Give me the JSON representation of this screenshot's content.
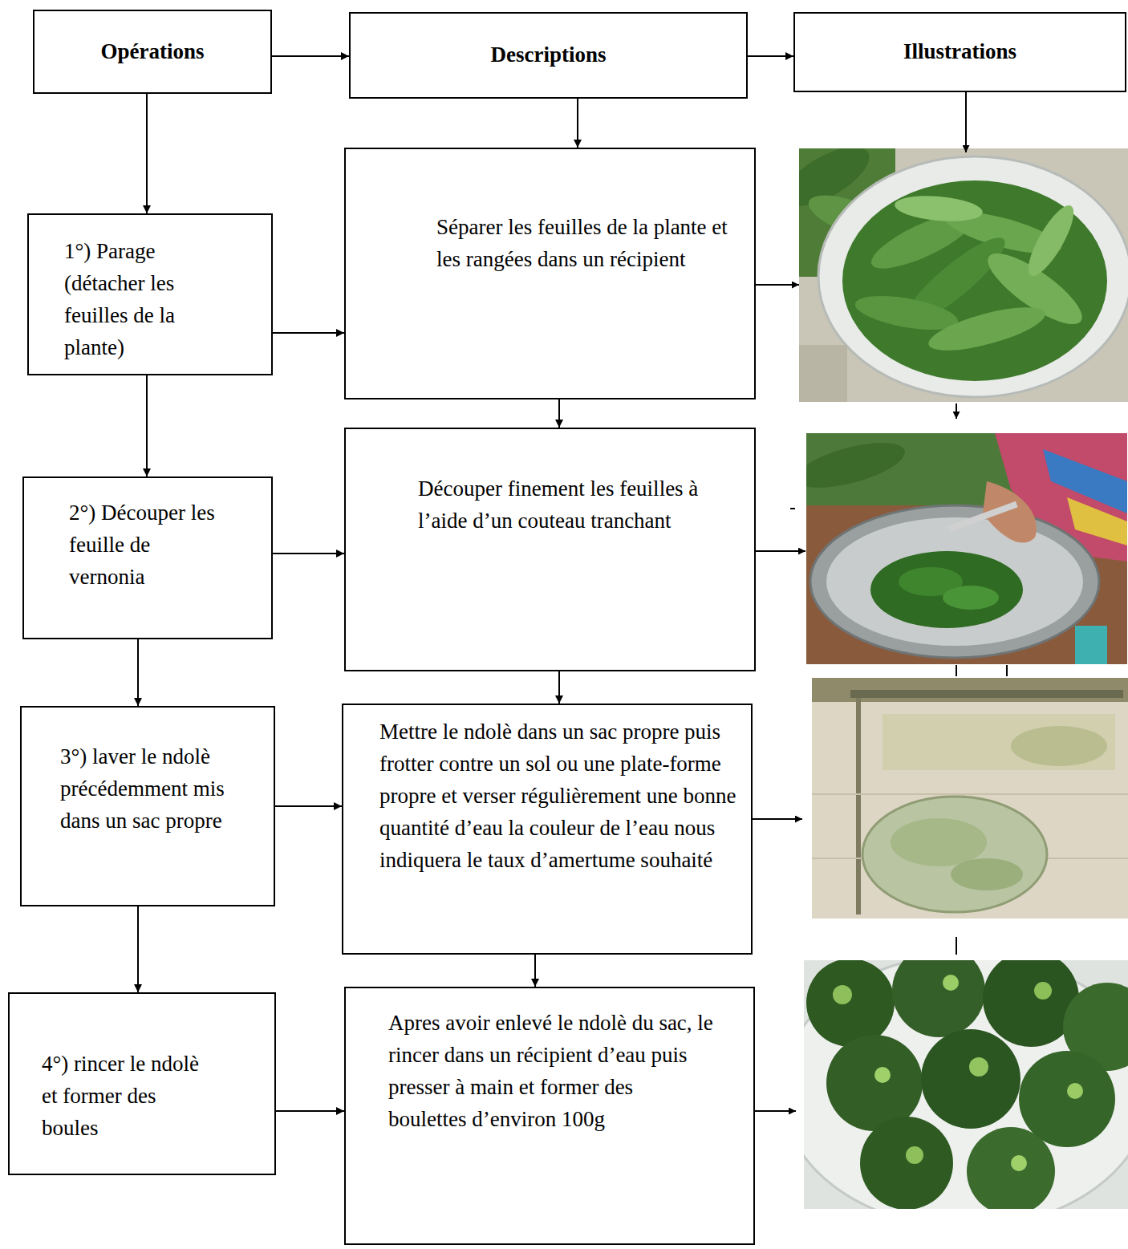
{
  "diagram": {
    "nodes": [
      {
        "text": [
          "Opérations"
        ]
      },
      {
        "text": [
          "Descriptions"
        ]
      },
      {
        "text": [
          "Illustrations"
        ]
      },
      {
        "text": [
          "1°) Parage (détacher les feuilles de la plante)"
        ]
      },
      {
        "text": [
          "Séparer les feuilles de la plante et les rangées dans un récipient"
        ]
      },
      {
        "text": [
          "2°) Découper les feuille de vernonia"
        ]
      },
      {
        "text": [
          "Découper finement les feuilles à l’aide d’un couteau tranchant"
        ]
      },
      {
        "text": [
          "3°) laver le ndolè précédemment mis dans un sac propre"
        ]
      },
      {
        "text": [
          "Mettre le ndolè dans un sac propre puis frotter contre un sol ou une plate-forme propre et verser régulièrement une bonne quantité d’eau la couleur de l’eau nous indiquera le taux d’amertume souhaité"
        ]
      },
      {
        "text": [
          "4°) rincer le ndolè et former des boules"
        ]
      },
      {
        "text": [
          "Apres avoir enlevé le ndolè du sac, le rincer dans un récipient d’eau puis presser à main et former des boulettes d’environ 100g"
        ]
      }
    ],
    "edges": [
      {
        "from": 0,
        "to": 1,
        "arrow": "to"
      },
      {
        "from": 1,
        "to": 2,
        "arrow": "to"
      },
      {
        "from": 0,
        "to": 3,
        "arrow": "to"
      },
      {
        "from": 3,
        "to": 5,
        "arrow": "to"
      },
      {
        "from": 5,
        "to": 7,
        "arrow": "to"
      },
      {
        "from": 7,
        "to": 9,
        "arrow": "to"
      },
      {
        "from": 1,
        "to": 4,
        "arrow": "to"
      },
      {
        "from": 4,
        "to": 6,
        "arrow": "to"
      },
      {
        "from": 6,
        "to": 8,
        "arrow": "to"
      },
      {
        "from": 8,
        "to": 10,
        "arrow": "to"
      },
      {
        "from": 3,
        "to": 4,
        "arrow": "to"
      },
      {
        "from": 5,
        "to": 6,
        "arrow": "to"
      },
      {
        "from": 7,
        "to": 8,
        "arrow": "to"
      },
      {
        "from": 9,
        "to": 10,
        "arrow": "to"
      }
    ]
  }
}
